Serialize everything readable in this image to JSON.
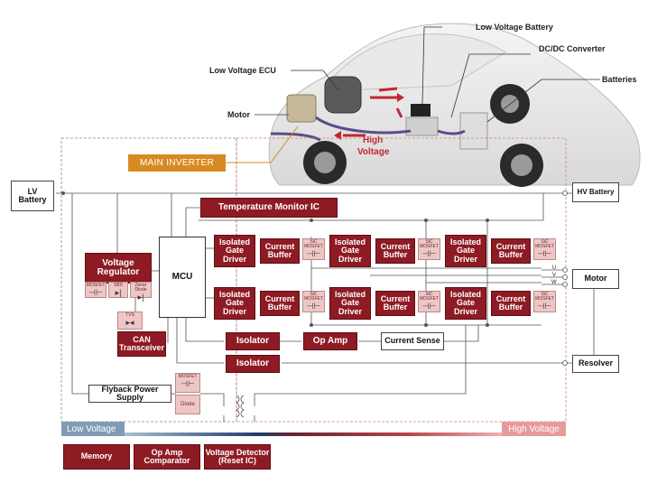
{
  "callouts": {
    "low_voltage_battery": "Low Voltage Battery",
    "dc_dc_converter": "DC/DC Converter",
    "batteries": "Batteries",
    "low_voltage_ecu": "Low Voltage ECU",
    "motor": "Motor",
    "high_voltage_line1": "High",
    "high_voltage_line2": "Voltage"
  },
  "main_inverter": "MAIN INVERTER",
  "blocks": {
    "lv_battery": [
      "LV",
      "Battery"
    ],
    "hv_battery": "HV Battery",
    "motor": "Motor",
    "resolver": "Resolver",
    "temperature_monitor": "Temperature Monitor IC",
    "voltage_regulator": [
      "Voltage",
      "Regulator"
    ],
    "mcu": "MCU",
    "can_transceiver": [
      "CAN",
      "Transceiver"
    ],
    "isolator": "Isolator",
    "op_amp": "Op Amp",
    "current_sense": "Current Sense",
    "flyback": "Flyback Power Supply",
    "isolated_gate_driver": [
      "Isolated",
      "Gate",
      "Driver"
    ],
    "current_buffer": [
      "Current",
      "Buffer"
    ]
  },
  "small_parts": {
    "mosfet": "MOSFET",
    "sbd": "SBD",
    "zener": "Zener Diode",
    "tvs": "TVS",
    "sic_mosfet": "SiC MOSFET",
    "diode": "Diode"
  },
  "phases": {
    "u": "U",
    "v": "V",
    "w": "W"
  },
  "zones": {
    "low": "Low Voltage",
    "high": "High Voltage"
  },
  "legend": {
    "memory": "Memory",
    "op_amp_comparator": [
      "Op Amp",
      "Comparator"
    ],
    "voltage_detector": [
      "Voltage Detector",
      "(Reset IC)"
    ]
  },
  "colors": {
    "block_red": "#8e1b24",
    "block_pink": "#efc6c6",
    "inverter_orange": "#d88a22",
    "low_voltage_blue": "#7f9bb5",
    "high_voltage_pink": "#e79a9a"
  }
}
